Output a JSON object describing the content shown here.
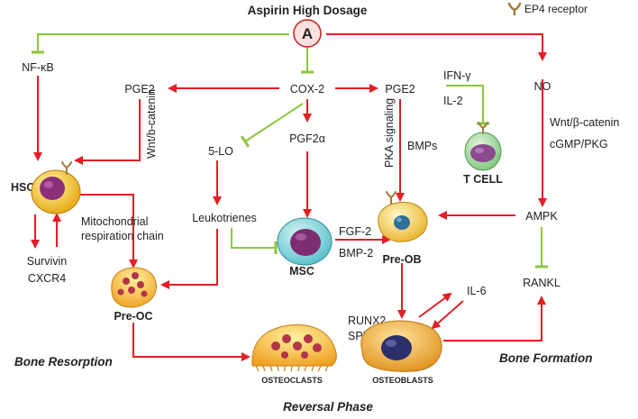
{
  "title": "Aspirin High Dosage",
  "legend": {
    "icon": "ep4-receptor-icon",
    "label": "EP4 receptor"
  },
  "aspirin_symbol": "A",
  "colors": {
    "stimulate": "#e31e24",
    "inhibit": "#8cc63f",
    "text": "#222222"
  },
  "nodes": {
    "nfkb": "NF-κB",
    "pge2_left": "PGE2",
    "cox2": "COX-2",
    "pge2_right": "PGE2",
    "no": "NO",
    "ifn": "IFN-γ",
    "il2": "IL-2",
    "wnt_b": "Wnt/b-catenin",
    "lo5": "5-LO",
    "pgf2a": "PGF2α",
    "pka": "PKA signaling",
    "bmps": "BMPs",
    "wnt_beta": "Wnt/β-catenin",
    "cgmp": "cGMP/PKG",
    "hsc": "HSC",
    "tcell": "T CELL",
    "mito": "Mitochondrial respiration chain",
    "leukotrienes": "Leukotrienes",
    "ampk": "AMPK",
    "survivin": "Survivin",
    "cxcr4": "CXCR4",
    "fgf2": "FGF-2",
    "bmp2": "BMP-2",
    "preob": "Pre-OB",
    "msc": "MSC",
    "preoc": "Pre-OC",
    "rankl": "RANKL",
    "il6": "IL-6",
    "runx2": "RUNX2",
    "sp7": "SP7",
    "osteoclasts": "OSTEOCLASTS",
    "osteoblasts": "OSTEOBLASTS"
  },
  "phases": {
    "resorption": "Bone Resorption",
    "formation": "Bone Formation",
    "reversal": "Reversal Phase"
  }
}
